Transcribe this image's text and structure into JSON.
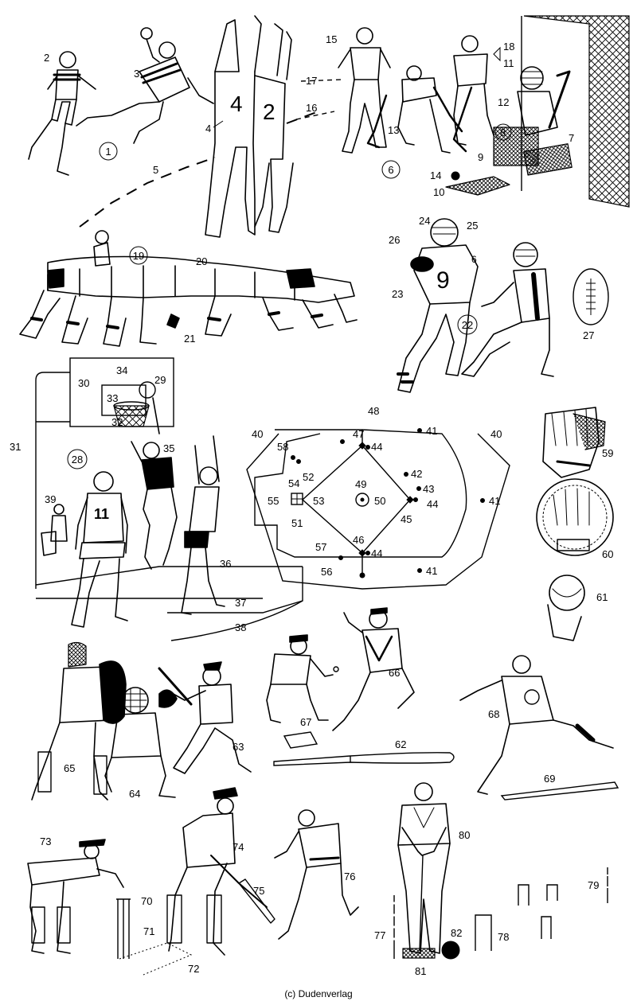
{
  "panels": {
    "handball": {
      "number": "1",
      "labels": [
        "2",
        "3",
        "4",
        "5"
      ]
    },
    "hockey": {
      "number": "6",
      "labels": [
        "7",
        "8",
        "9",
        "10",
        "11",
        "12",
        "13",
        "14",
        "15",
        "16",
        "17",
        "18"
      ]
    },
    "rugby": {
      "number": "19",
      "labels": [
        "20",
        "21"
      ]
    },
    "american_football": {
      "number": "22",
      "labels": [
        "23",
        "24",
        "25",
        "26",
        "27"
      ]
    },
    "basketball": {
      "number": "28",
      "labels": [
        "29",
        "30",
        "31",
        "32",
        "33",
        "34",
        "35",
        "36",
        "37",
        "38",
        "39"
      ]
    },
    "baseball_field": {
      "labels": [
        "40",
        "40",
        "41",
        "41",
        "41",
        "41",
        "42",
        "43",
        "44",
        "44",
        "44",
        "44",
        "45",
        "46",
        "47",
        "48",
        "49",
        "50",
        "51",
        "52",
        "53",
        "54",
        "55",
        "56",
        "57",
        "58"
      ]
    },
    "baseball_equipment": {
      "labels": [
        "59",
        "60",
        "61",
        "62",
        "63",
        "64",
        "65",
        "66",
        "67",
        "68",
        "69"
      ]
    },
    "cricket": {
      "labels": [
        "70",
        "71",
        "72",
        "73",
        "74",
        "75",
        "76"
      ]
    },
    "croquet": {
      "labels": [
        "77",
        "78",
        "79",
        "80",
        "81",
        "82"
      ]
    }
  },
  "player_numbers": {
    "handball_front": "4",
    "handball_back": "2",
    "football_front": "9",
    "football_shoulder": "6",
    "basketball": "11"
  },
  "copyright": "(c) Dudenverlag"
}
